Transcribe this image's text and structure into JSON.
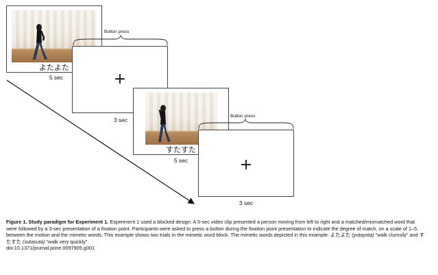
{
  "trial1": {
    "mimetic_word": "よたよた",
    "clip_duration": "5 sec",
    "fixation_duration": "3 sec",
    "fixation_symbol": "+",
    "button_label": "Button press"
  },
  "trial2": {
    "mimetic_word": "すたすた",
    "clip_duration": "5 sec",
    "fixation_duration": "3 sec",
    "fixation_symbol": "+",
    "button_label": "Button press"
  },
  "caption": {
    "title": "Figure 1. Study paradigm for Experiment 1.",
    "body_part1": " Experiment 1 used a blocked design. A 5-sec video clip presented a person moving from left to right and a matched/mismatched word that were followed by a 3-sec presentation of a fixation point. Participants were asked to press a button during the fixation point presentation to indicate the degree of match, on a scale of 1–5, between the motion and the mimetic words. This example shows two trials in the mimetic word block. The mimetic words depicted in this example: ",
    "word1": "よたよた",
    "word1_romaji": "(yotayota)",
    "word1_gloss": " \"walk clumsily\" and ",
    "word2": "すたすた",
    "word2_romaji": "(sutasuta)",
    "word2_gloss": " \"walk very quickly\".",
    "doi": "doi:10.1371/journal.pone.0097905.g001"
  }
}
